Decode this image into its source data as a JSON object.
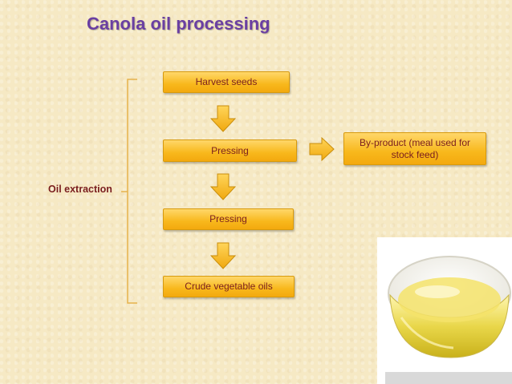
{
  "slide": {
    "title": "Canola oil processing"
  },
  "diagram": {
    "steps": [
      {
        "label": "Harvest seeds"
      },
      {
        "label": "Pressing"
      },
      {
        "label": "Pressing"
      },
      {
        "label": "Crude vegetable oils"
      }
    ],
    "byproduct": {
      "label": "By-product (meal used for stock feed)"
    },
    "group_label": "Oil extraction"
  },
  "image": {
    "icon": "bowl-of-oil-photo"
  },
  "colors": {
    "title": "#6a3fa2",
    "box_fill": "#f8b81c",
    "box_text": "#7a1e1e",
    "background": "#f6e9c4"
  }
}
